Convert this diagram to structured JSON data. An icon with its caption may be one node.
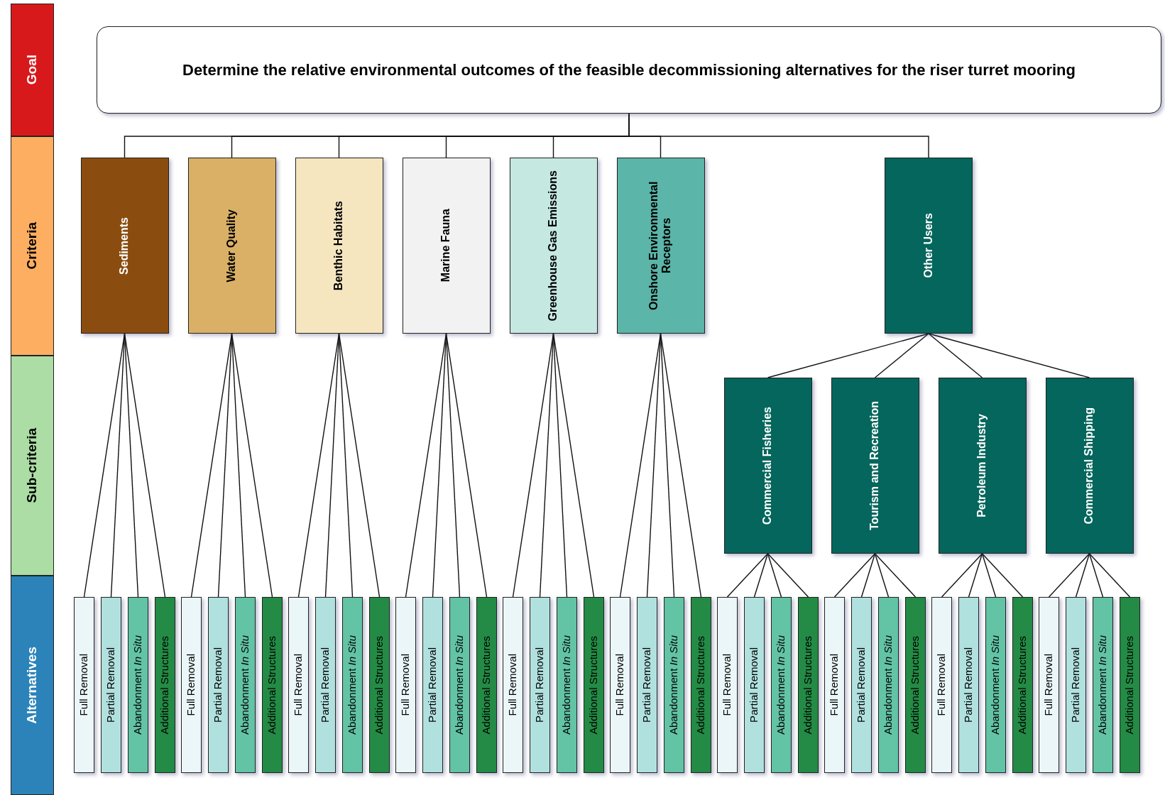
{
  "diagram": {
    "nodes": [
      {
        "text": [
          "Determine the relative environmental outcomes of the feasible decommissioning alternatives for the riser turret mooring"
        ]
      },
      {
        "text": [
          "Goal"
        ]
      },
      {
        "text": [
          "Criteria"
        ]
      },
      {
        "text": [
          "Sub-criteria"
        ]
      },
      {
        "text": [
          "Alternatives"
        ]
      },
      {
        "text": [
          "Sediments"
        ]
      },
      {
        "text": [
          "Water Quality"
        ]
      },
      {
        "text": [
          "Benthic Habitats"
        ]
      },
      {
        "text": [
          "Marine Fauna"
        ]
      },
      {
        "text": [
          "Greenhouse Gas Emissions"
        ]
      },
      {
        "text": [
          "Onshore Environmental Receptors"
        ]
      },
      {
        "text": [
          "Other Users"
        ]
      },
      {
        "text": [
          "Commercial Fisheries"
        ]
      },
      {
        "text": [
          "Tourism and Recreation"
        ]
      },
      {
        "text": [
          "Petroleum Industry"
        ]
      },
      {
        "text": [
          "Commercial Shipping"
        ]
      },
      {
        "text": [
          "Full Removal"
        ]
      },
      {
        "text": [
          "Partial Removal"
        ]
      },
      {
        "text": [
          "Abandonment *In Situ*"
        ]
      },
      {
        "text": [
          "Additional Structures"
        ]
      },
      {
        "text": [
          "Full Removal"
        ]
      },
      {
        "text": [
          "Partial Removal"
        ]
      },
      {
        "text": [
          "Abandonment *In Situ*"
        ]
      },
      {
        "text": [
          "Additional Structures"
        ]
      },
      {
        "text": [
          "Full Removal"
        ]
      },
      {
        "text": [
          "Partial Removal"
        ]
      },
      {
        "text": [
          "Abandonment *In Situ*"
        ]
      },
      {
        "text": [
          "Additional Structures"
        ]
      },
      {
        "text": [
          "Full Removal"
        ]
      },
      {
        "text": [
          "Partial Removal"
        ]
      },
      {
        "text": [
          "Abandonment *In Situ*"
        ]
      },
      {
        "text": [
          "Additional Structures"
        ]
      },
      {
        "text": [
          "Full Removal"
        ]
      },
      {
        "text": [
          "Partial Removal"
        ]
      },
      {
        "text": [
          "Abandonment *In Situ*"
        ]
      },
      {
        "text": [
          "Additional Structures"
        ]
      },
      {
        "text": [
          "Full Removal"
        ]
      },
      {
        "text": [
          "Partial Removal"
        ]
      },
      {
        "text": [
          "Abandonment *In Situ*"
        ]
      },
      {
        "text": [
          "Additional Structures"
        ]
      },
      {
        "text": [
          "Full Removal"
        ]
      },
      {
        "text": [
          "Partial Removal"
        ]
      },
      {
        "text": [
          "Abandonment *In Situ*"
        ]
      },
      {
        "text": [
          "Additional Structures"
        ]
      },
      {
        "text": [
          "Full Removal"
        ]
      },
      {
        "text": [
          "Partial Removal"
        ]
      },
      {
        "text": [
          "Abandonment *In Situ*"
        ]
      },
      {
        "text": [
          "Additional Structures"
        ]
      },
      {
        "text": [
          "Full Removal"
        ]
      },
      {
        "text": [
          "Partial Removal"
        ]
      },
      {
        "text": [
          "Abandonment *In Situ*"
        ]
      },
      {
        "text": [
          "Additional Structures"
        ]
      },
      {
        "text": [
          "Full Removal"
        ]
      },
      {
        "text": [
          "Partial Removal"
        ]
      },
      {
        "text": [
          "Abandonment *In Situ*"
        ]
      },
      {
        "text": [
          "Additional Structures"
        ]
      }
    ],
    "edges": [
      {
        "from": 0,
        "to": 5,
        "arrow": "none"
      },
      {
        "from": 0,
        "to": 6,
        "arrow": "none"
      },
      {
        "from": 0,
        "to": 7,
        "arrow": "none"
      },
      {
        "from": 0,
        "to": 8,
        "arrow": "none"
      },
      {
        "from": 0,
        "to": 9,
        "arrow": "none"
      },
      {
        "from": 0,
        "to": 10,
        "arrow": "none"
      },
      {
        "from": 0,
        "to": 11,
        "arrow": "none"
      },
      {
        "from": 11,
        "to": 12,
        "arrow": "none"
      },
      {
        "from": 11,
        "to": 13,
        "arrow": "none"
      },
      {
        "from": 11,
        "to": 14,
        "arrow": "none"
      },
      {
        "from": 11,
        "to": 15,
        "arrow": "none"
      },
      {
        "from": 5,
        "to": 16,
        "arrow": "none"
      },
      {
        "from": 5,
        "to": 17,
        "arrow": "none"
      },
      {
        "from": 5,
        "to": 18,
        "arrow": "none"
      },
      {
        "from": 5,
        "to": 19,
        "arrow": "none"
      },
      {
        "from": 6,
        "to": 20,
        "arrow": "none"
      },
      {
        "from": 6,
        "to": 21,
        "arrow": "none"
      },
      {
        "from": 6,
        "to": 22,
        "arrow": "none"
      },
      {
        "from": 6,
        "to": 23,
        "arrow": "none"
      },
      {
        "from": 7,
        "to": 24,
        "arrow": "none"
      },
      {
        "from": 7,
        "to": 25,
        "arrow": "none"
      },
      {
        "from": 7,
        "to": 26,
        "arrow": "none"
      },
      {
        "from": 7,
        "to": 27,
        "arrow": "none"
      },
      {
        "from": 8,
        "to": 28,
        "arrow": "none"
      },
      {
        "from": 8,
        "to": 29,
        "arrow": "none"
      },
      {
        "from": 8,
        "to": 30,
        "arrow": "none"
      },
      {
        "from": 8,
        "to": 31,
        "arrow": "none"
      },
      {
        "from": 9,
        "to": 32,
        "arrow": "none"
      },
      {
        "from": 9,
        "to": 33,
        "arrow": "none"
      },
      {
        "from": 9,
        "to": 34,
        "arrow": "none"
      },
      {
        "from": 9,
        "to": 35,
        "arrow": "none"
      },
      {
        "from": 10,
        "to": 36,
        "arrow": "none"
      },
      {
        "from": 10,
        "to": 37,
        "arrow": "none"
      },
      {
        "from": 10,
        "to": 38,
        "arrow": "none"
      },
      {
        "from": 10,
        "to": 39,
        "arrow": "none"
      },
      {
        "from": 12,
        "to": 40,
        "arrow": "none"
      },
      {
        "from": 12,
        "to": 41,
        "arrow": "none"
      },
      {
        "from": 12,
        "to": 42,
        "arrow": "none"
      },
      {
        "from": 12,
        "to": 43,
        "arrow": "none"
      },
      {
        "from": 13,
        "to": 44,
        "arrow": "none"
      },
      {
        "from": 13,
        "to": 45,
        "arrow": "none"
      },
      {
        "from": 13,
        "to": 46,
        "arrow": "none"
      },
      {
        "from": 13,
        "to": 47,
        "arrow": "none"
      },
      {
        "from": 14,
        "to": 48,
        "arrow": "none"
      },
      {
        "from": 14,
        "to": 49,
        "arrow": "none"
      },
      {
        "from": 14,
        "to": 50,
        "arrow": "none"
      },
      {
        "from": 14,
        "to": 51,
        "arrow": "none"
      },
      {
        "from": 15,
        "to": 52,
        "arrow": "none"
      },
      {
        "from": 15,
        "to": 53,
        "arrow": "none"
      },
      {
        "from": 15,
        "to": 54,
        "arrow": "none"
      },
      {
        "from": 15,
        "to": 55,
        "arrow": "none"
      }
    ]
  }
}
